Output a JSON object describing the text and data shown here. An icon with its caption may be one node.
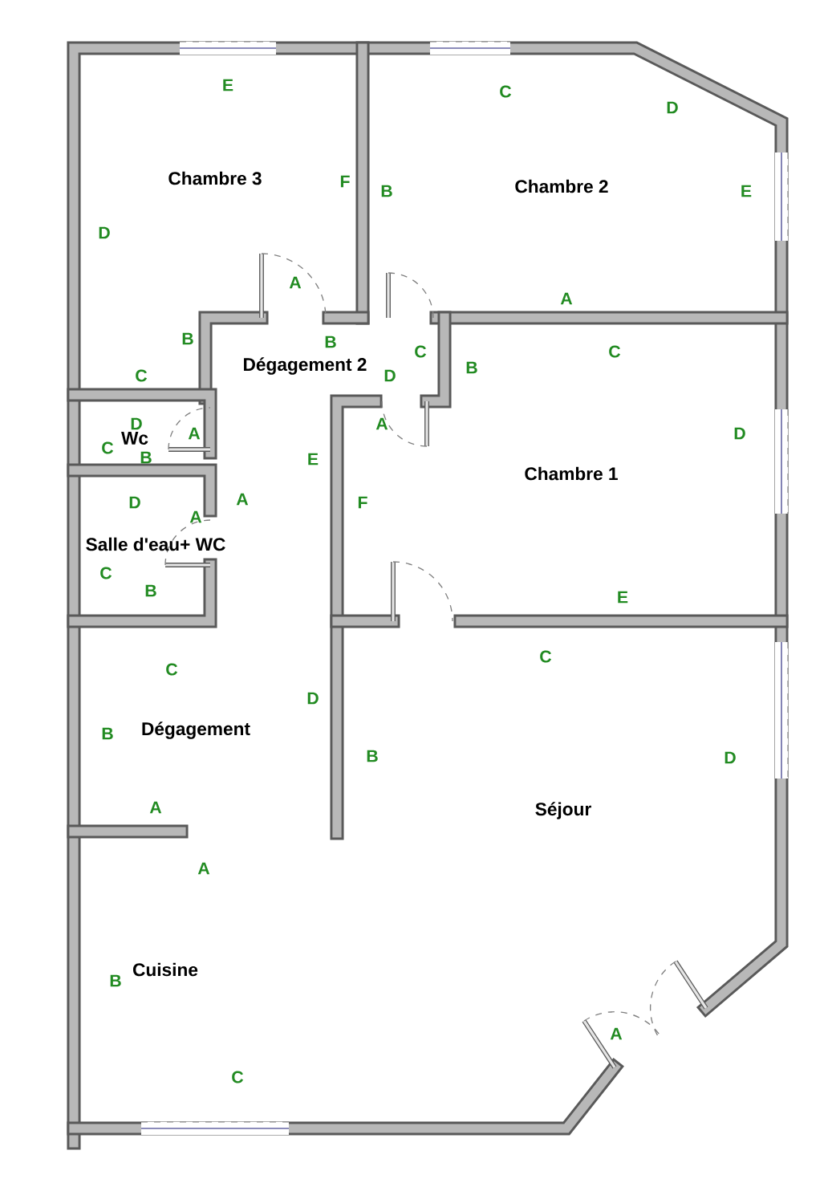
{
  "diagram": {
    "labels": [
      "E",
      "C",
      "D",
      "Chambre 3",
      "F",
      "B",
      "Chambre 2",
      "E",
      "D",
      "A",
      "A",
      "B",
      "B",
      "C",
      "C",
      "Dégagement 2",
      "B",
      "C",
      "D",
      "D",
      "Wc",
      "A",
      "A",
      "D",
      "C",
      "B",
      "E",
      "Chambre 1",
      "D",
      "A",
      "F",
      "A",
      "Salle d'eau+ WC",
      "C",
      "B",
      "E",
      "C",
      "C",
      "D",
      "B",
      "Dégagement",
      "B",
      "D",
      "A",
      "Séjour",
      "A",
      "Cuisine",
      "B",
      "A",
      "C"
    ]
  }
}
